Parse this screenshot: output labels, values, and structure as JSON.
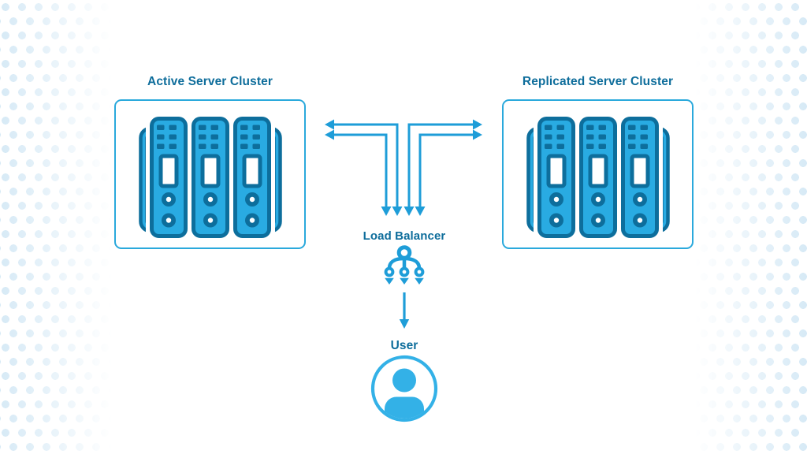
{
  "nodes": {
    "active_cluster": {
      "label": "Active Server Cluster"
    },
    "replicated_cluster": {
      "label": "Replicated Server Cluster"
    },
    "load_balancer": {
      "label": "Load Balancer"
    },
    "user": {
      "label": "User"
    }
  },
  "connections": [
    "active-cluster <-> load-balancer (double-headed L arrows, 2 lines)",
    "replicated-cluster <-> load-balancer (double-headed L arrows, 2 lines)",
    "load-balancer -> user (single down arrow)"
  ],
  "icons": {
    "server-cluster-icon": "three server towers with side rails",
    "load-balancer-icon": "distribution tree: one node fanning out to three arrows",
    "user-icon": "person avatar inside circle"
  },
  "colors": {
    "accent_fill": "#29abe2",
    "accent_dark": "#0d6e9c",
    "arrow": "#1e9dd8",
    "label": "#0e6d9b",
    "box_border": "#2aa9dc",
    "dots": "#d7eaf6",
    "user_accent": "#33b1e7",
    "background": "#ffffff"
  }
}
